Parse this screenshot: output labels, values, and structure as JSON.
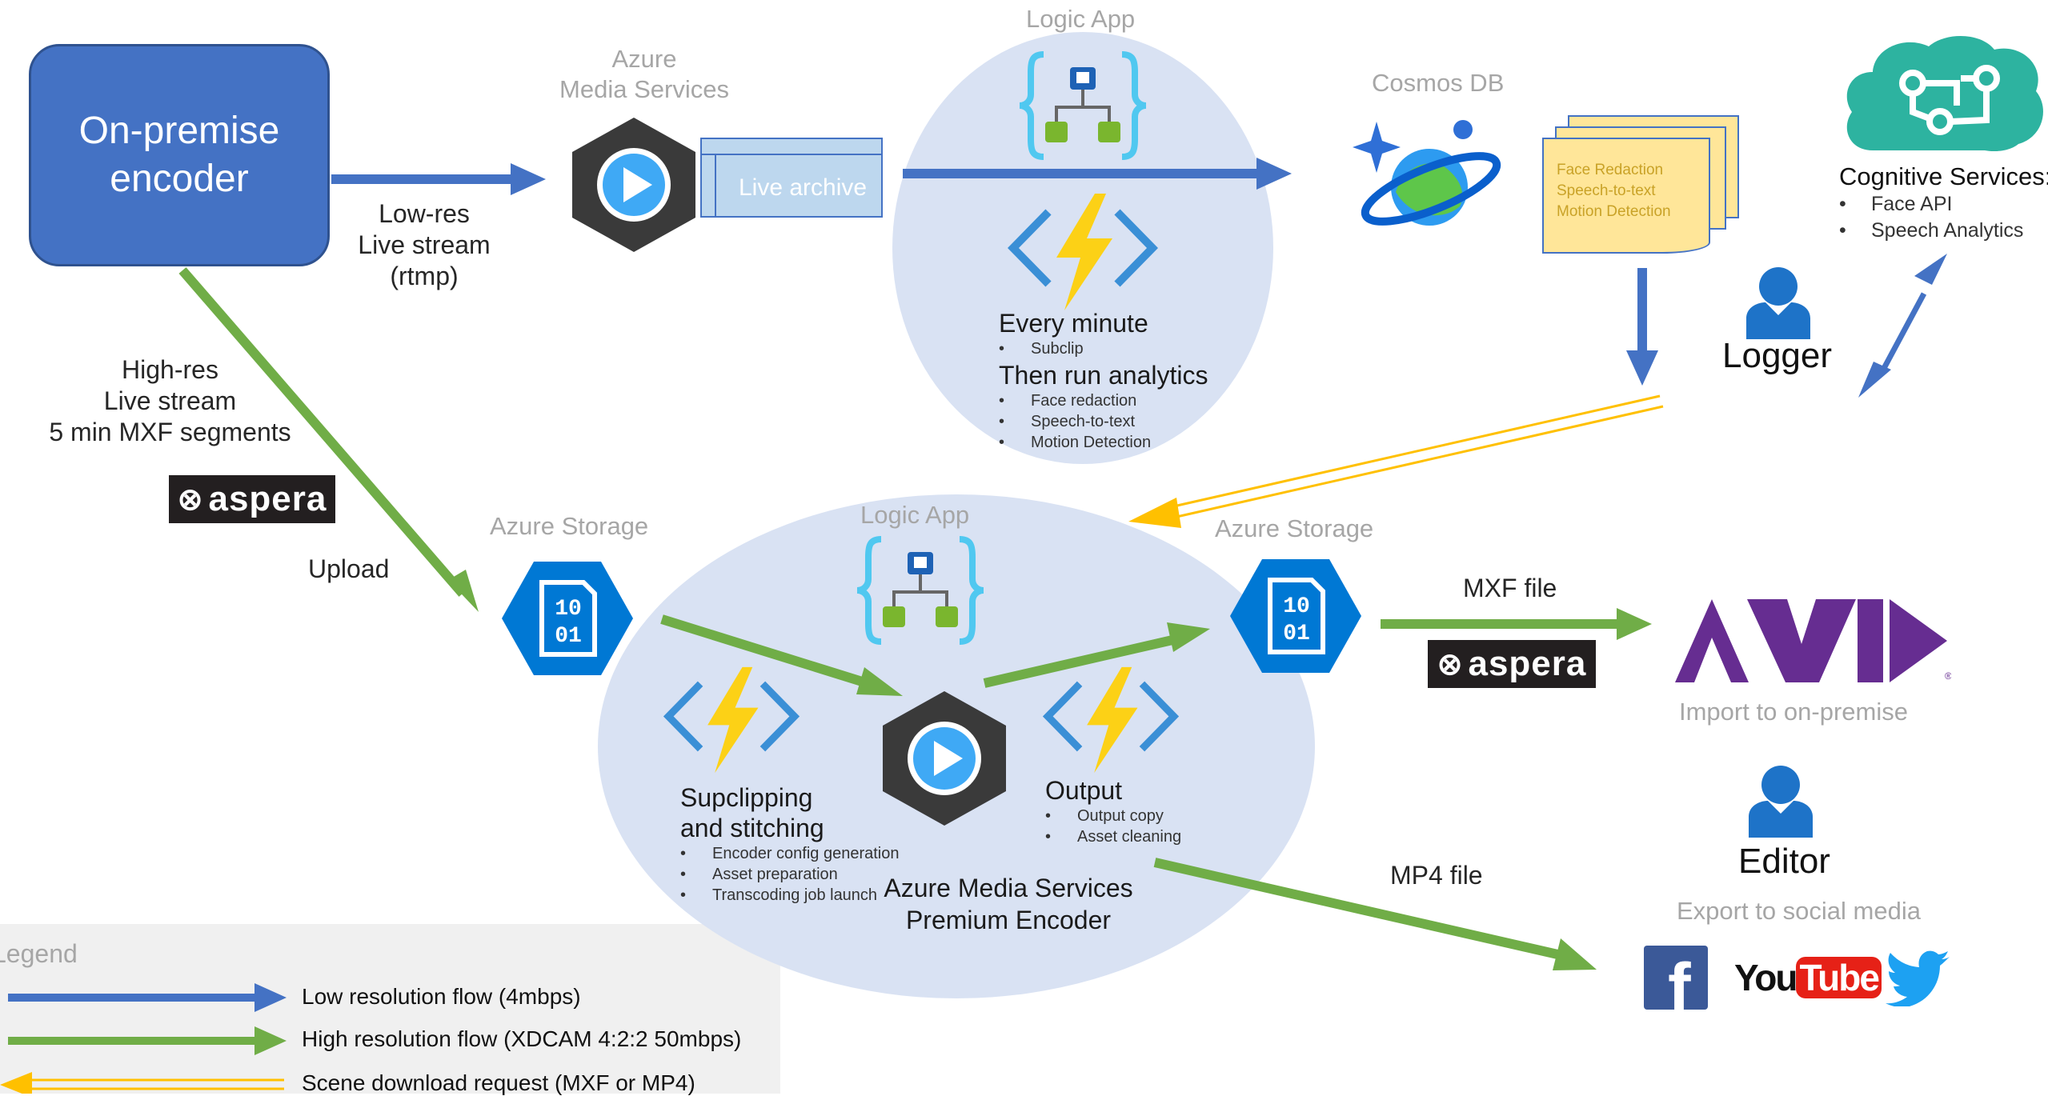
{
  "encoder": {
    "line1": "On-premise",
    "line2": "encoder"
  },
  "low_res": {
    "line1": "Low-res",
    "line2": "Live stream",
    "line3": "(rtmp)"
  },
  "high_res": {
    "line1": "High-res",
    "line2": "Live stream",
    "line3": "5 min MXF segments"
  },
  "upload_label": "Upload",
  "aspera_brand": "aspera",
  "ams_top": {
    "line1": "Azure",
    "line2": "Media Services",
    "archive": "Live archive"
  },
  "logic_app_top": {
    "title": "Logic App",
    "every_minute": "Every minute",
    "every_items": [
      "Subclip"
    ],
    "then_run": "Then run analytics",
    "analytics_items": [
      "Face redaction",
      "Speech-to-text",
      "Motion Detection"
    ]
  },
  "cosmos": {
    "title": "Cosmos DB",
    "docs": [
      "Face Redaction",
      "Speech-to-text",
      "Motion Detection"
    ]
  },
  "cognitive": {
    "title": "Cognitive Services:",
    "items": [
      "Face API",
      "Speech Analytics"
    ]
  },
  "logger_label": "Logger",
  "storage_left": {
    "title": "Azure Storage",
    "bits": "10\n01"
  },
  "storage_right": {
    "title": "Azure Storage",
    "bits": "10\n01"
  },
  "logic_app_bottom": {
    "title": "Logic App",
    "sub_title1": "Supclipping",
    "sub_title2": "and stitching",
    "sub_items": [
      "Encoder config generation",
      "Asset preparation",
      "Transcoding job launch"
    ],
    "output_title": "Output",
    "output_items": [
      "Output copy",
      "Asset cleaning"
    ],
    "ams_line1": "Azure Media Services",
    "ams_line2": "Premium Encoder"
  },
  "mxf_label": "MXF file",
  "mp4_label": "MP4 file",
  "avid": {
    "logo": "AVID",
    "caption": "Import to on-premise"
  },
  "editor": {
    "label": "Editor",
    "caption": "Export to social media"
  },
  "social": {
    "facebook": "f",
    "youtube_you": "You",
    "youtube_tube": "Tube"
  },
  "legend": {
    "title": "Legend",
    "items": [
      "Low resolution flow (4mbps)",
      "High resolution flow (XDCAM 4:2:2 50mbps)",
      "Scene download request (MXF or MP4)"
    ]
  },
  "colors": {
    "blue": "#4472c4",
    "green": "#70ad47",
    "yellow": "#ffc000",
    "ellipse": "#d9e2f3",
    "azure": "#0078d4",
    "avid": "#662d91"
  }
}
